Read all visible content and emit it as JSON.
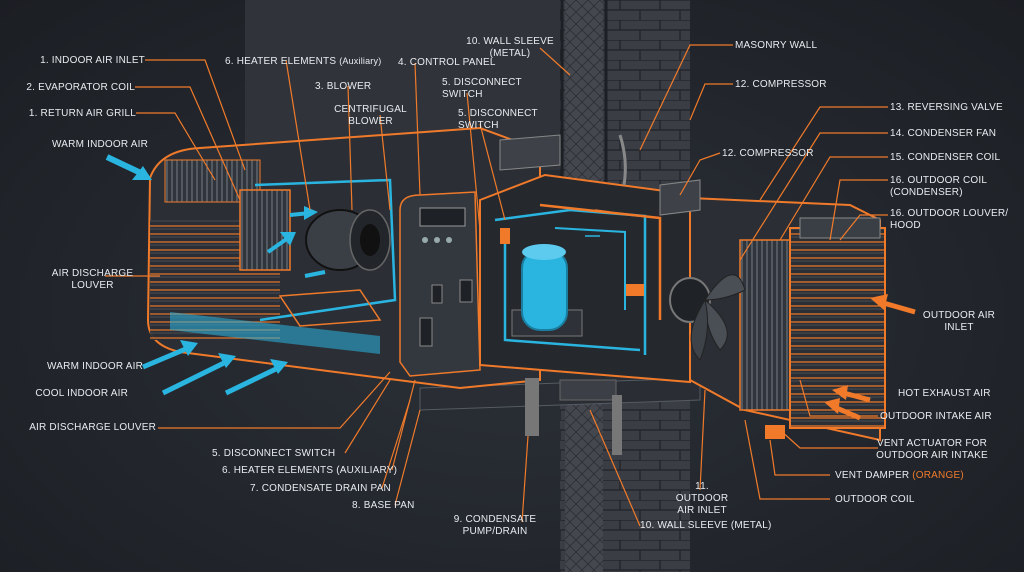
{
  "colors": {
    "accent_orange": "#f07a2a",
    "accent_blue": "#2ab4e0",
    "background": "#22262c",
    "unit_body": "#2b2f35",
    "wall": "#383c42"
  },
  "labels": {
    "l_indoor_inlet": "1. INDOOR AIR INLET",
    "l_evap_coil": "2. EVAPORATOR COIL",
    "l_return_grill": "1. RETURN AIR GRILL",
    "l_warm_top": "WARM INDOOR AIR",
    "l_air_discharge_louver_left": "AIR DISCHARGE\nLOUVER",
    "l_warm_bottom": "WARM INDOOR AIR",
    "l_cool": "COOL INDOOR AIR",
    "l_air_discharge_louver_bottom": "AIR DISCHARGE LOUVER",
    "l_heater_top_main": "6. HEATER ELEMENTS",
    "l_heater_top_sub": "(Auxiliary)",
    "l_blower": "3. BLOWER",
    "l_centrifugal": "CENTRIFUGAL\nBLOWER",
    "l_control_panel": "4. CONTROL PANEL",
    "l_disconnect_a": "5. DISCONNECT\nSWITCH",
    "l_disconnect_b": "5. DISCONNECT\nSWITCH",
    "l_wall_sleeve_top": "10. WALL SLEEVE\n(METAL)",
    "l_masonry": "MASONRY WALL",
    "l_compressor_top": "12. COMPRESSOR",
    "l_compressor_mid": "12. COMPRESSOR",
    "l_reversing": "13. REVERSING VALVE",
    "l_cond_fan": "14. CONDENSER FAN",
    "l_cond_coil": "15. CONDENSER COIL",
    "l_outdoor_coil_cond": "16. OUTDOOR COIL\n(CONDENSER)",
    "l_outdoor_louver": "16. OUTDOOR LOUVER/\nHOOD",
    "l_outdoor_air_inlet_right": "OUTDOOR AIR\nINLET",
    "l_hot_exhaust": "HOT EXHAUST AIR",
    "l_outdoor_intake": "OUTDOOR INTAKE AIR",
    "l_vent_actuator": "VENT ACTUATOR FOR\nOUTDOOR AIR INTAKE",
    "l_vent_damper_main": "VENT DAMPER",
    "l_vent_damper_paren": "(ORANGE)",
    "l_outdoor_coil_bottom": "OUTDOOR COIL",
    "l_outdoor_air_inlet_11": "11. OUTDOOR\nAIR INLET",
    "l_wall_sleeve_bottom": "10. WALL SLEEVE (METAL)",
    "l_condensate_pump": "9. CONDENSATE\nPUMP/DRAIN",
    "l_base_pan": "8. BASE PAN",
    "l_drain_pan": "7. CONDENSATE DRAIN PAN",
    "l_heater_bottom": "6. HEATER ELEMENTS (AUXILIARY)",
    "l_disconnect_bottom": "5. DISCONNECT SWITCH"
  }
}
